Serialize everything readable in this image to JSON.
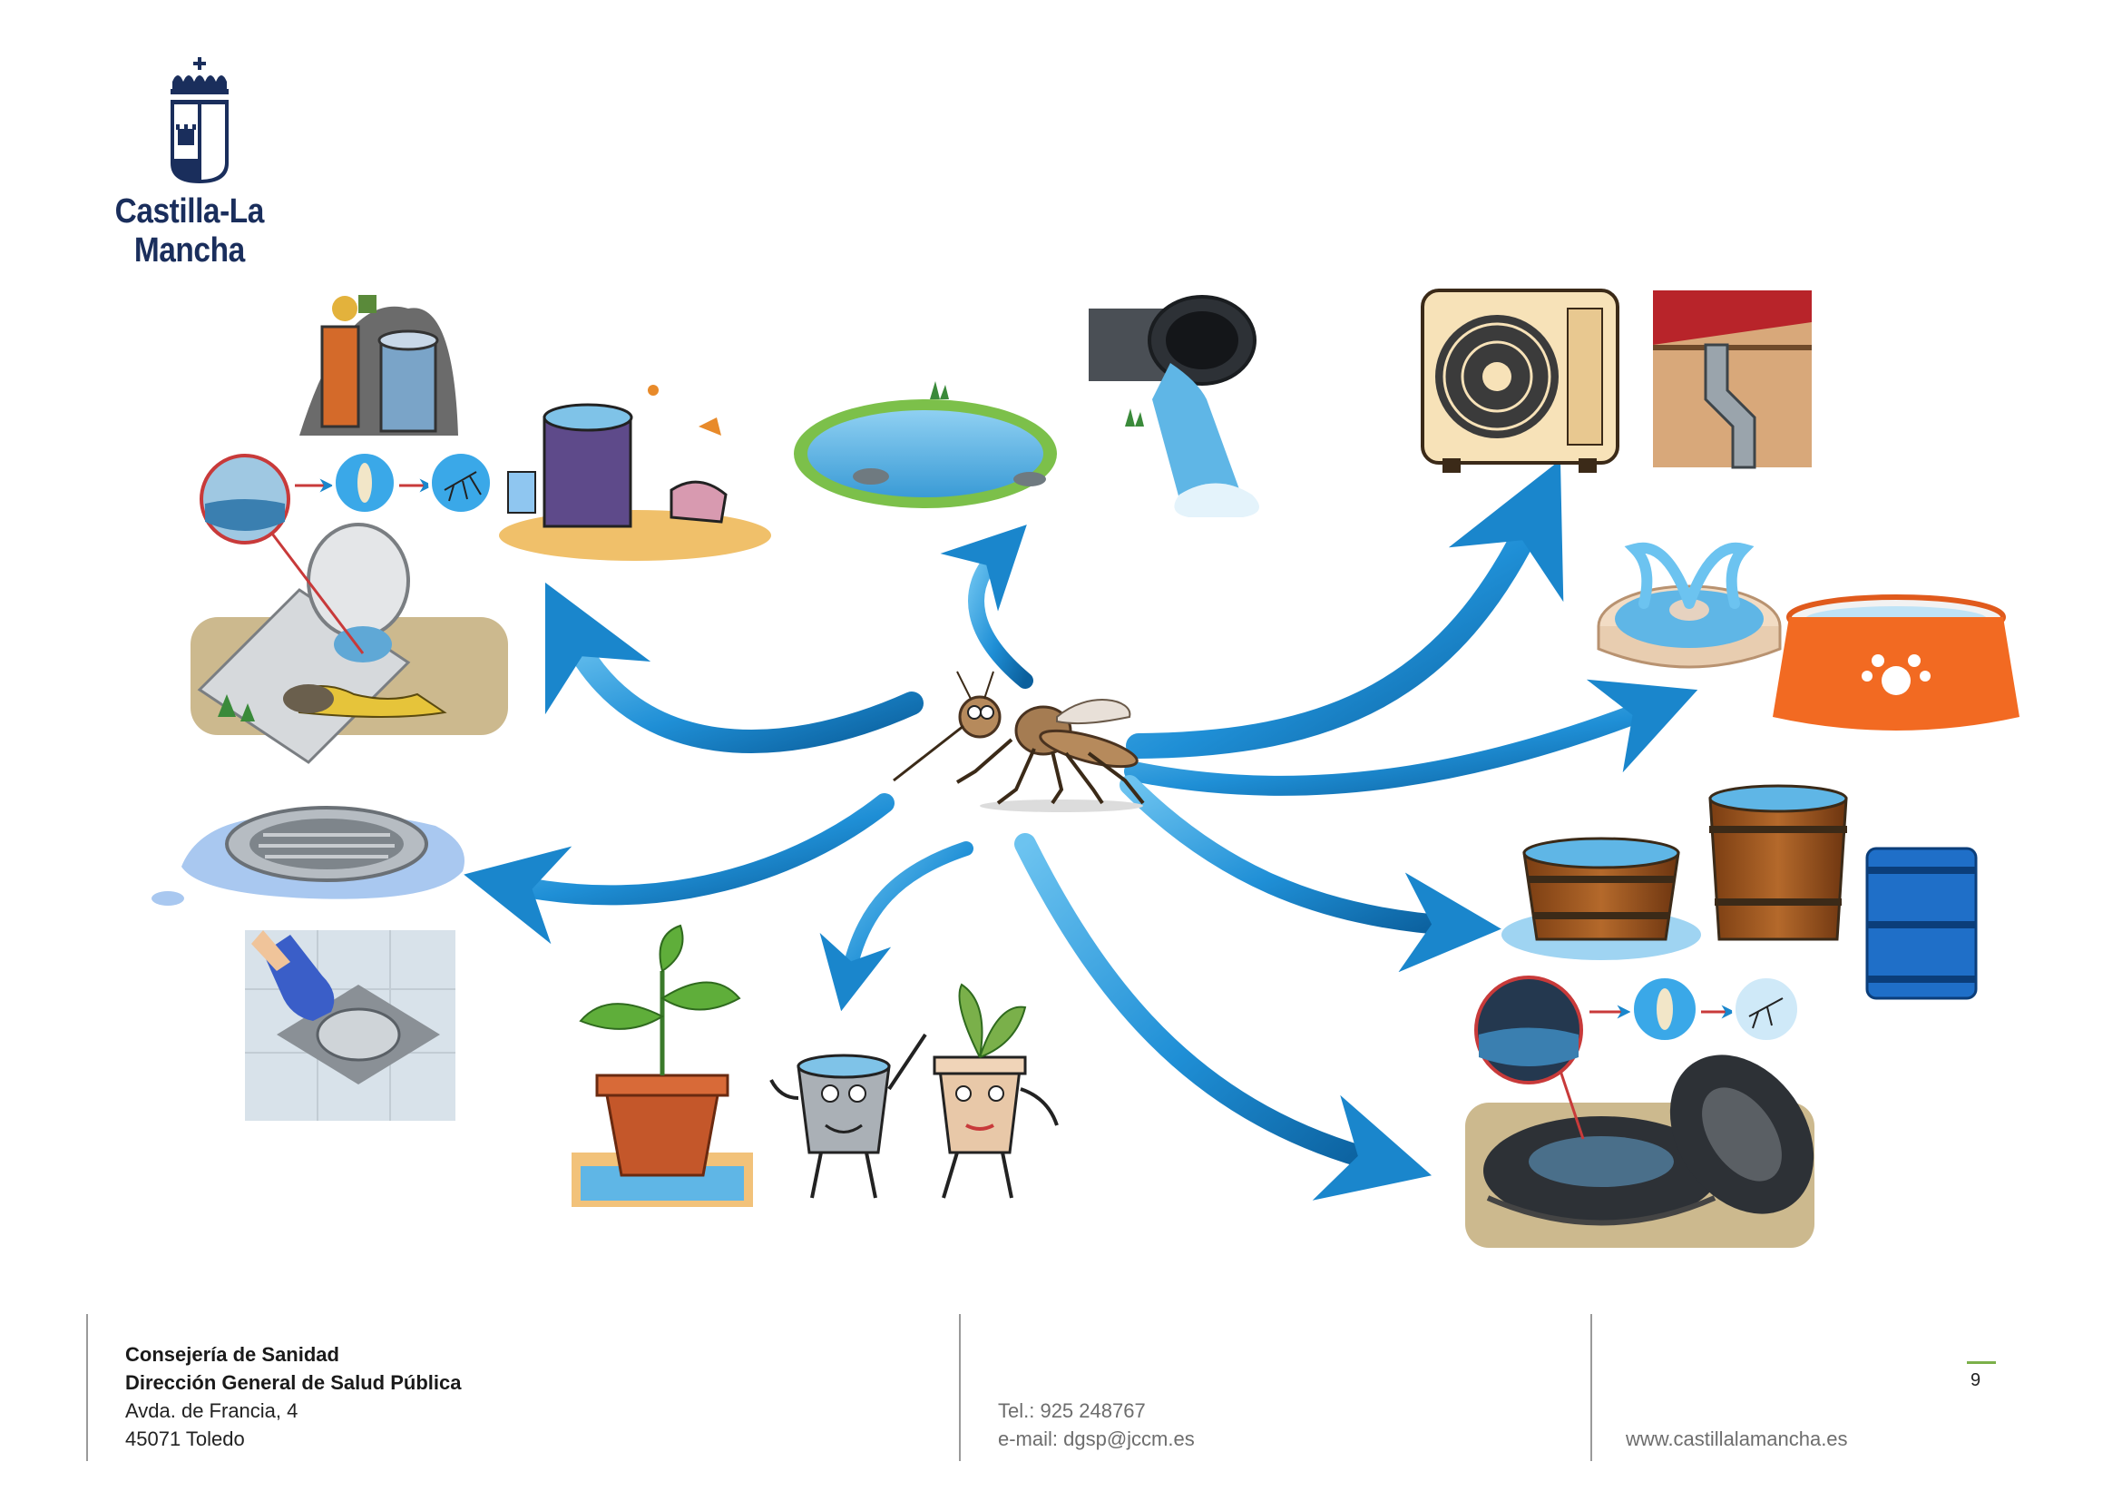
{
  "header": {
    "logo_name": "Castilla-La Mancha"
  },
  "footer": {
    "org_line1": "Consejería de Sanidad",
    "org_line2": "Dirección General de Salud Pública",
    "address_line1": "Avda. de Francia, 4",
    "address_line2": "45071 Toledo",
    "phone": "Tel.: 925 248767",
    "email": "e-mail: dgsp@jccm.es",
    "website": "www.castillalamancha.es",
    "page_number": "9"
  },
  "colors": {
    "arrow": "#1f8fd6",
    "arrow_dark": "#0b5f9c",
    "water": "#5fb6e6",
    "grass": "#7cc04a",
    "brand_navy": "#1a2e5c",
    "page_mark": "#7bb04a"
  },
  "icons": [
    "castilla-la-mancha-crest-icon",
    "mosquito-icon",
    "garbage-pile-icon",
    "trash-can-icon",
    "tin-can-icon",
    "larva-icon",
    "pond-icon",
    "drain-pipe-icon",
    "air-conditioner-icon",
    "gutter-downspout-icon",
    "fountain-icon",
    "pet-bowl-icon",
    "wooden-tub-icon",
    "wooden-barrel-icon",
    "blue-drum-icon",
    "tires-icon",
    "floor-drain-icon",
    "cleaning-drain-icon",
    "plant-pot-icon",
    "bucket-character-icon",
    "pot-character-icon"
  ]
}
